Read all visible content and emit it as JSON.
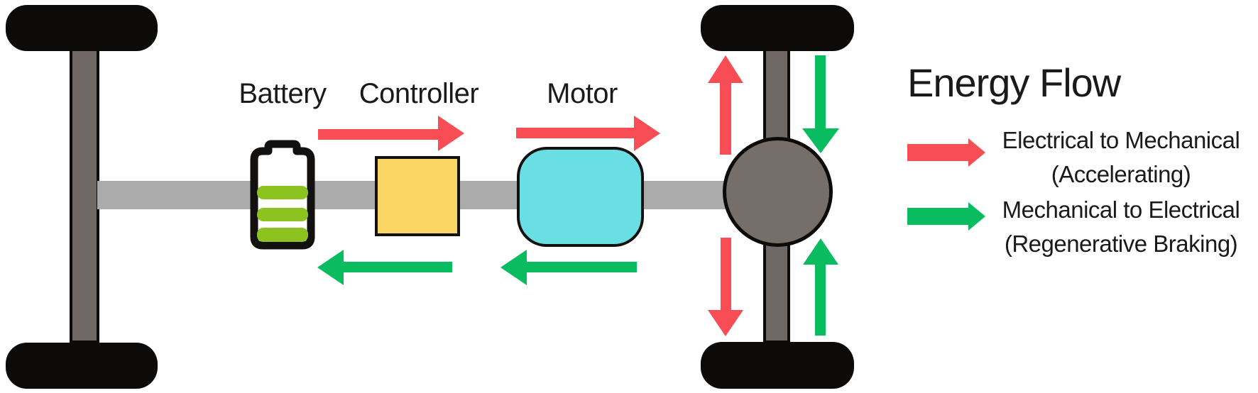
{
  "diagram_title": "EV powertrain energy flow diagram",
  "components": {
    "battery_label": "Battery",
    "controller_label": "Controller",
    "motor_label": "Motor"
  },
  "legend": {
    "title": "Energy Flow",
    "items": [
      {
        "name": "electrical-to-mechanical",
        "color": "#f94d55",
        "line1": "Electrical to Mechanical",
        "line2": "(Accelerating)"
      },
      {
        "name": "mechanical-to-electrical",
        "color": "#09bc60",
        "line1": "Mechanical to Electrical",
        "line2": "(Regenerative Braking)"
      }
    ]
  },
  "flows": [
    {
      "from": "battery",
      "to": "controller",
      "color": "#f94d55",
      "direction": "right"
    },
    {
      "from": "controller",
      "to": "motor",
      "color": "#f94d55",
      "direction": "right"
    },
    {
      "from": "controller",
      "to": "battery",
      "color": "#09bc60",
      "direction": "left"
    },
    {
      "from": "motor",
      "to": "controller",
      "color": "#09bc60",
      "direction": "left"
    },
    {
      "location": "rear-axle-left-upper",
      "color": "#f94d55",
      "direction": "up"
    },
    {
      "location": "rear-axle-left-lower",
      "color": "#f94d55",
      "direction": "down"
    },
    {
      "location": "rear-axle-right-upper",
      "color": "#09bc60",
      "direction": "down"
    },
    {
      "location": "rear-axle-right-lower",
      "color": "#09bc60",
      "direction": "up"
    }
  ],
  "colors": {
    "accelerating_red": "#f94d55",
    "regen_green": "#09bc60",
    "motor_cyan": "#69dfe4",
    "controller_yellow": "#fad765",
    "battery_charge_green": "#8cc31f",
    "shaft_gray": "#ababab",
    "axle_gray": "#6e6766",
    "hub_gray": "#766e68",
    "wheel_black": "#0d0b0a",
    "text": "#1a1a1a"
  }
}
